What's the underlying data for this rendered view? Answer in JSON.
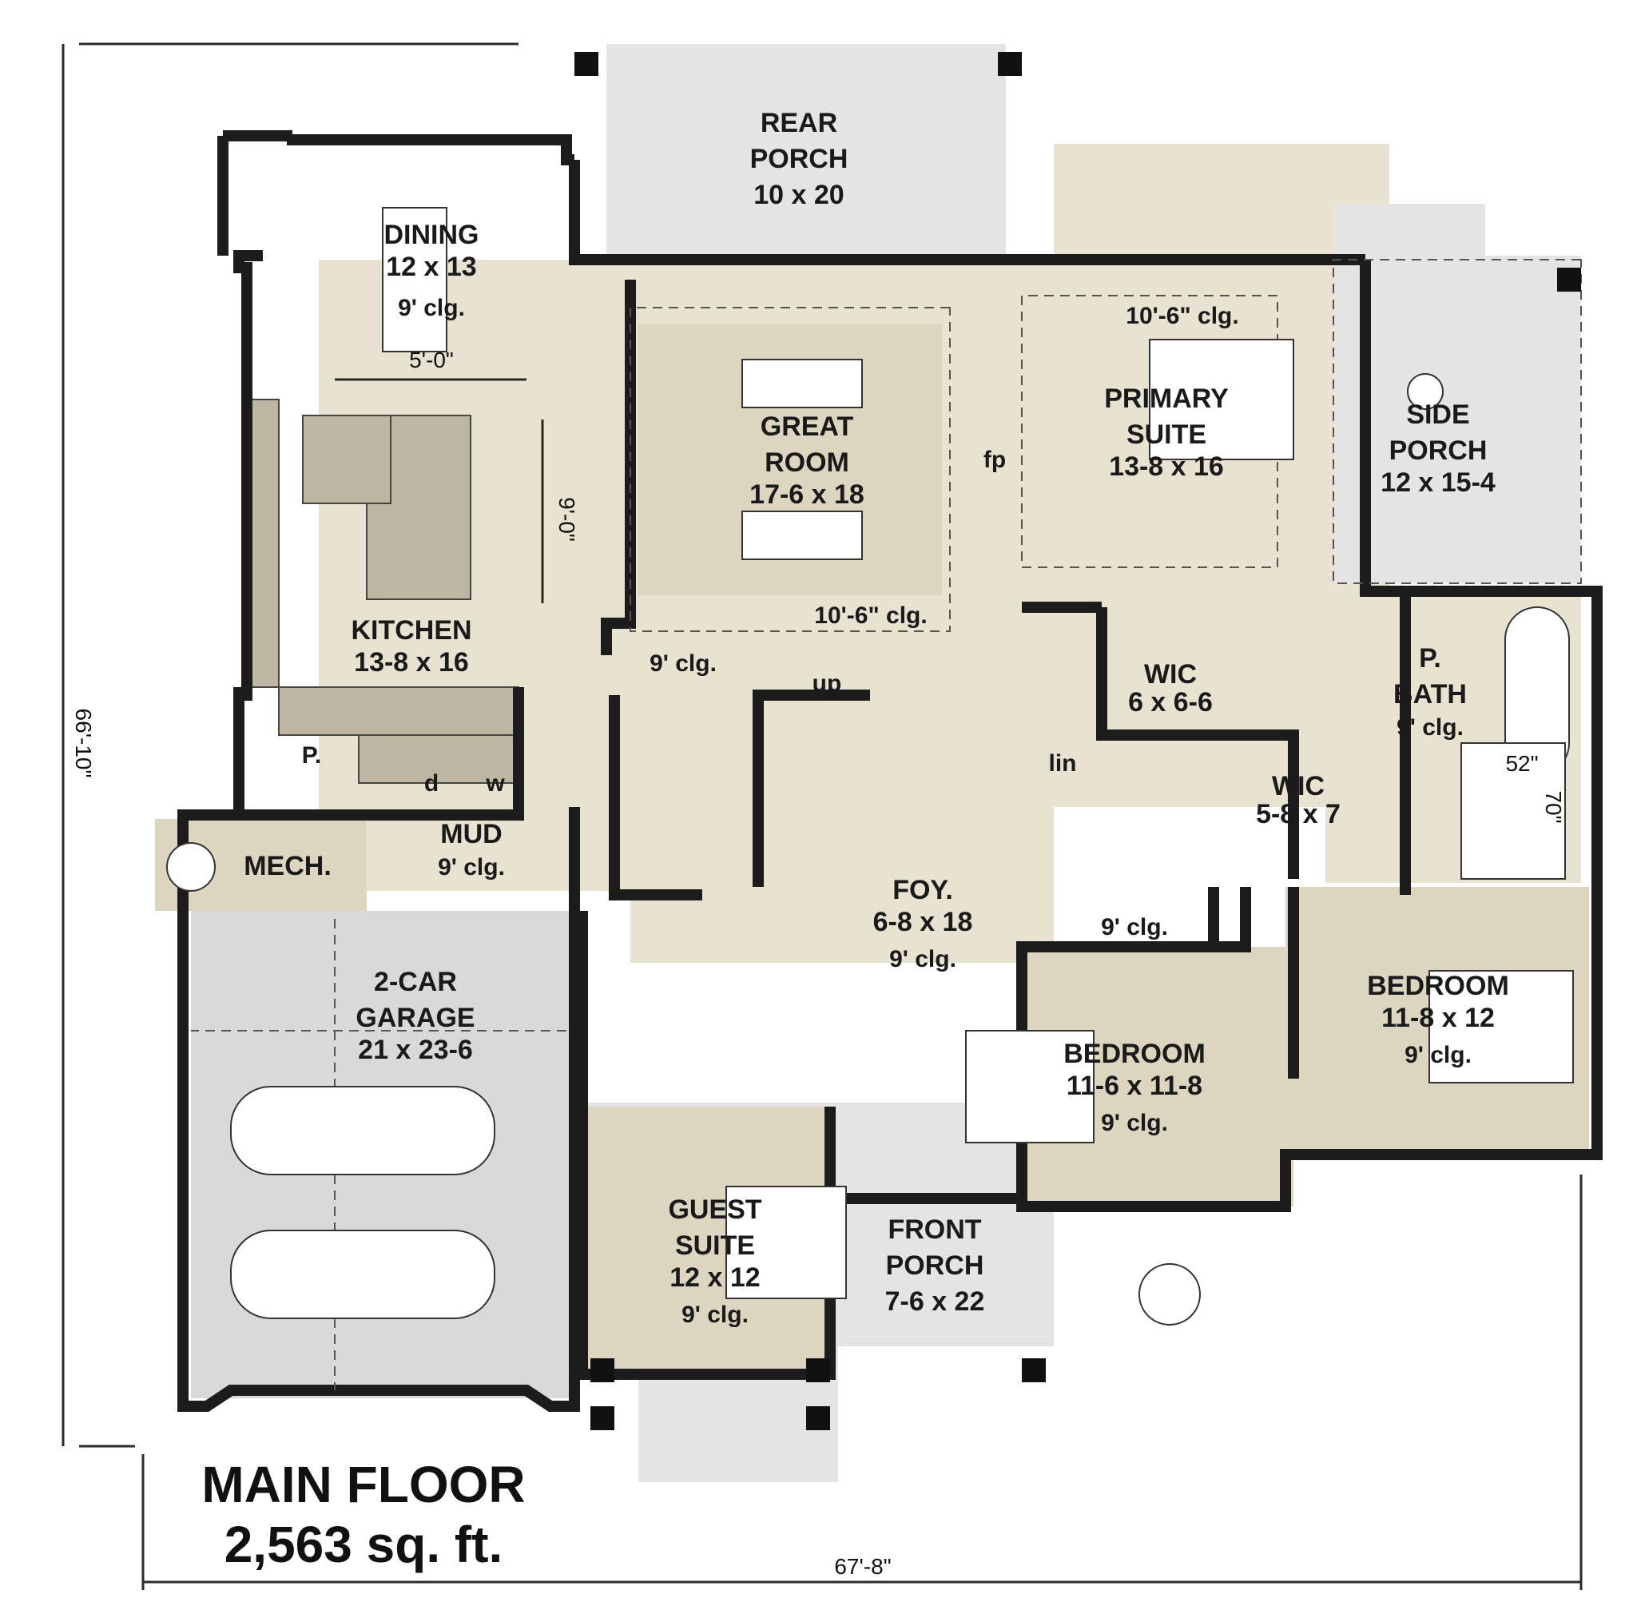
{
  "plan": {
    "title_line1": "MAIN FLOOR",
    "title_line2": "2,563 sq. ft.",
    "width_dim": "67'-8\"",
    "depth_dim": "66'-10\""
  },
  "rooms": {
    "rear_porch": {
      "name1": "REAR",
      "name2": "PORCH",
      "size": "10 x 20"
    },
    "dining": {
      "name": "DINING",
      "size": "12 x 13",
      "clg": "9' clg."
    },
    "dining_dim": "5'-0\"",
    "kitchen": {
      "name": "KITCHEN",
      "size": "13-8 x 16"
    },
    "kitchen_dim": "9'-0\"",
    "great_room": {
      "name1": "GREAT",
      "name2": "ROOM",
      "size": "17-6 x 18",
      "clg": "10'-6\" clg."
    },
    "fireplace": "fp",
    "primary_suite": {
      "name1": "PRIMARY",
      "name2": "SUITE",
      "size": "13-8 x 16",
      "clg": "10'-6\" clg."
    },
    "side_porch": {
      "name1": "SIDE",
      "name2": "PORCH",
      "size": "12 x 15-4"
    },
    "hall_clg": "9' clg.",
    "stairs_up": "up",
    "pantry": "P.",
    "mud": {
      "name": "MUD",
      "clg": "9' clg.",
      "w": "w",
      "d": "d"
    },
    "mech": {
      "name": "MECH."
    },
    "wic1": {
      "name": "WIC",
      "size": "6 x 6-6"
    },
    "wic2": {
      "name": "WIC",
      "size": "5-8 x 7"
    },
    "lin": "lin",
    "p_bath": {
      "name1": "P.",
      "name2": "BATH",
      "clg": "9' clg."
    },
    "shower_dim1": "52\"",
    "shower_dim2": "70\"",
    "foyer": {
      "name": "FOY.",
      "size": "6-8 x 18",
      "clg": "9' clg."
    },
    "foyer_hall_clg": "9' clg.",
    "garage": {
      "name1": "2-CAR",
      "name2": "GARAGE",
      "size": "21 x 23-6"
    },
    "bedroom_right": {
      "name": "BEDROOM",
      "size": "11-8 x 12",
      "clg": "9' clg."
    },
    "bedroom_mid": {
      "name": "BEDROOM",
      "size": "11-6 x 11-8",
      "clg": "9' clg."
    },
    "guest_suite": {
      "name1": "GUEST",
      "name2": "SUITE",
      "size": "12 x 12",
      "clg": "9' clg."
    },
    "front_porch": {
      "name1": "FRONT",
      "name2": "PORCH",
      "size": "7-6 x 22"
    }
  }
}
